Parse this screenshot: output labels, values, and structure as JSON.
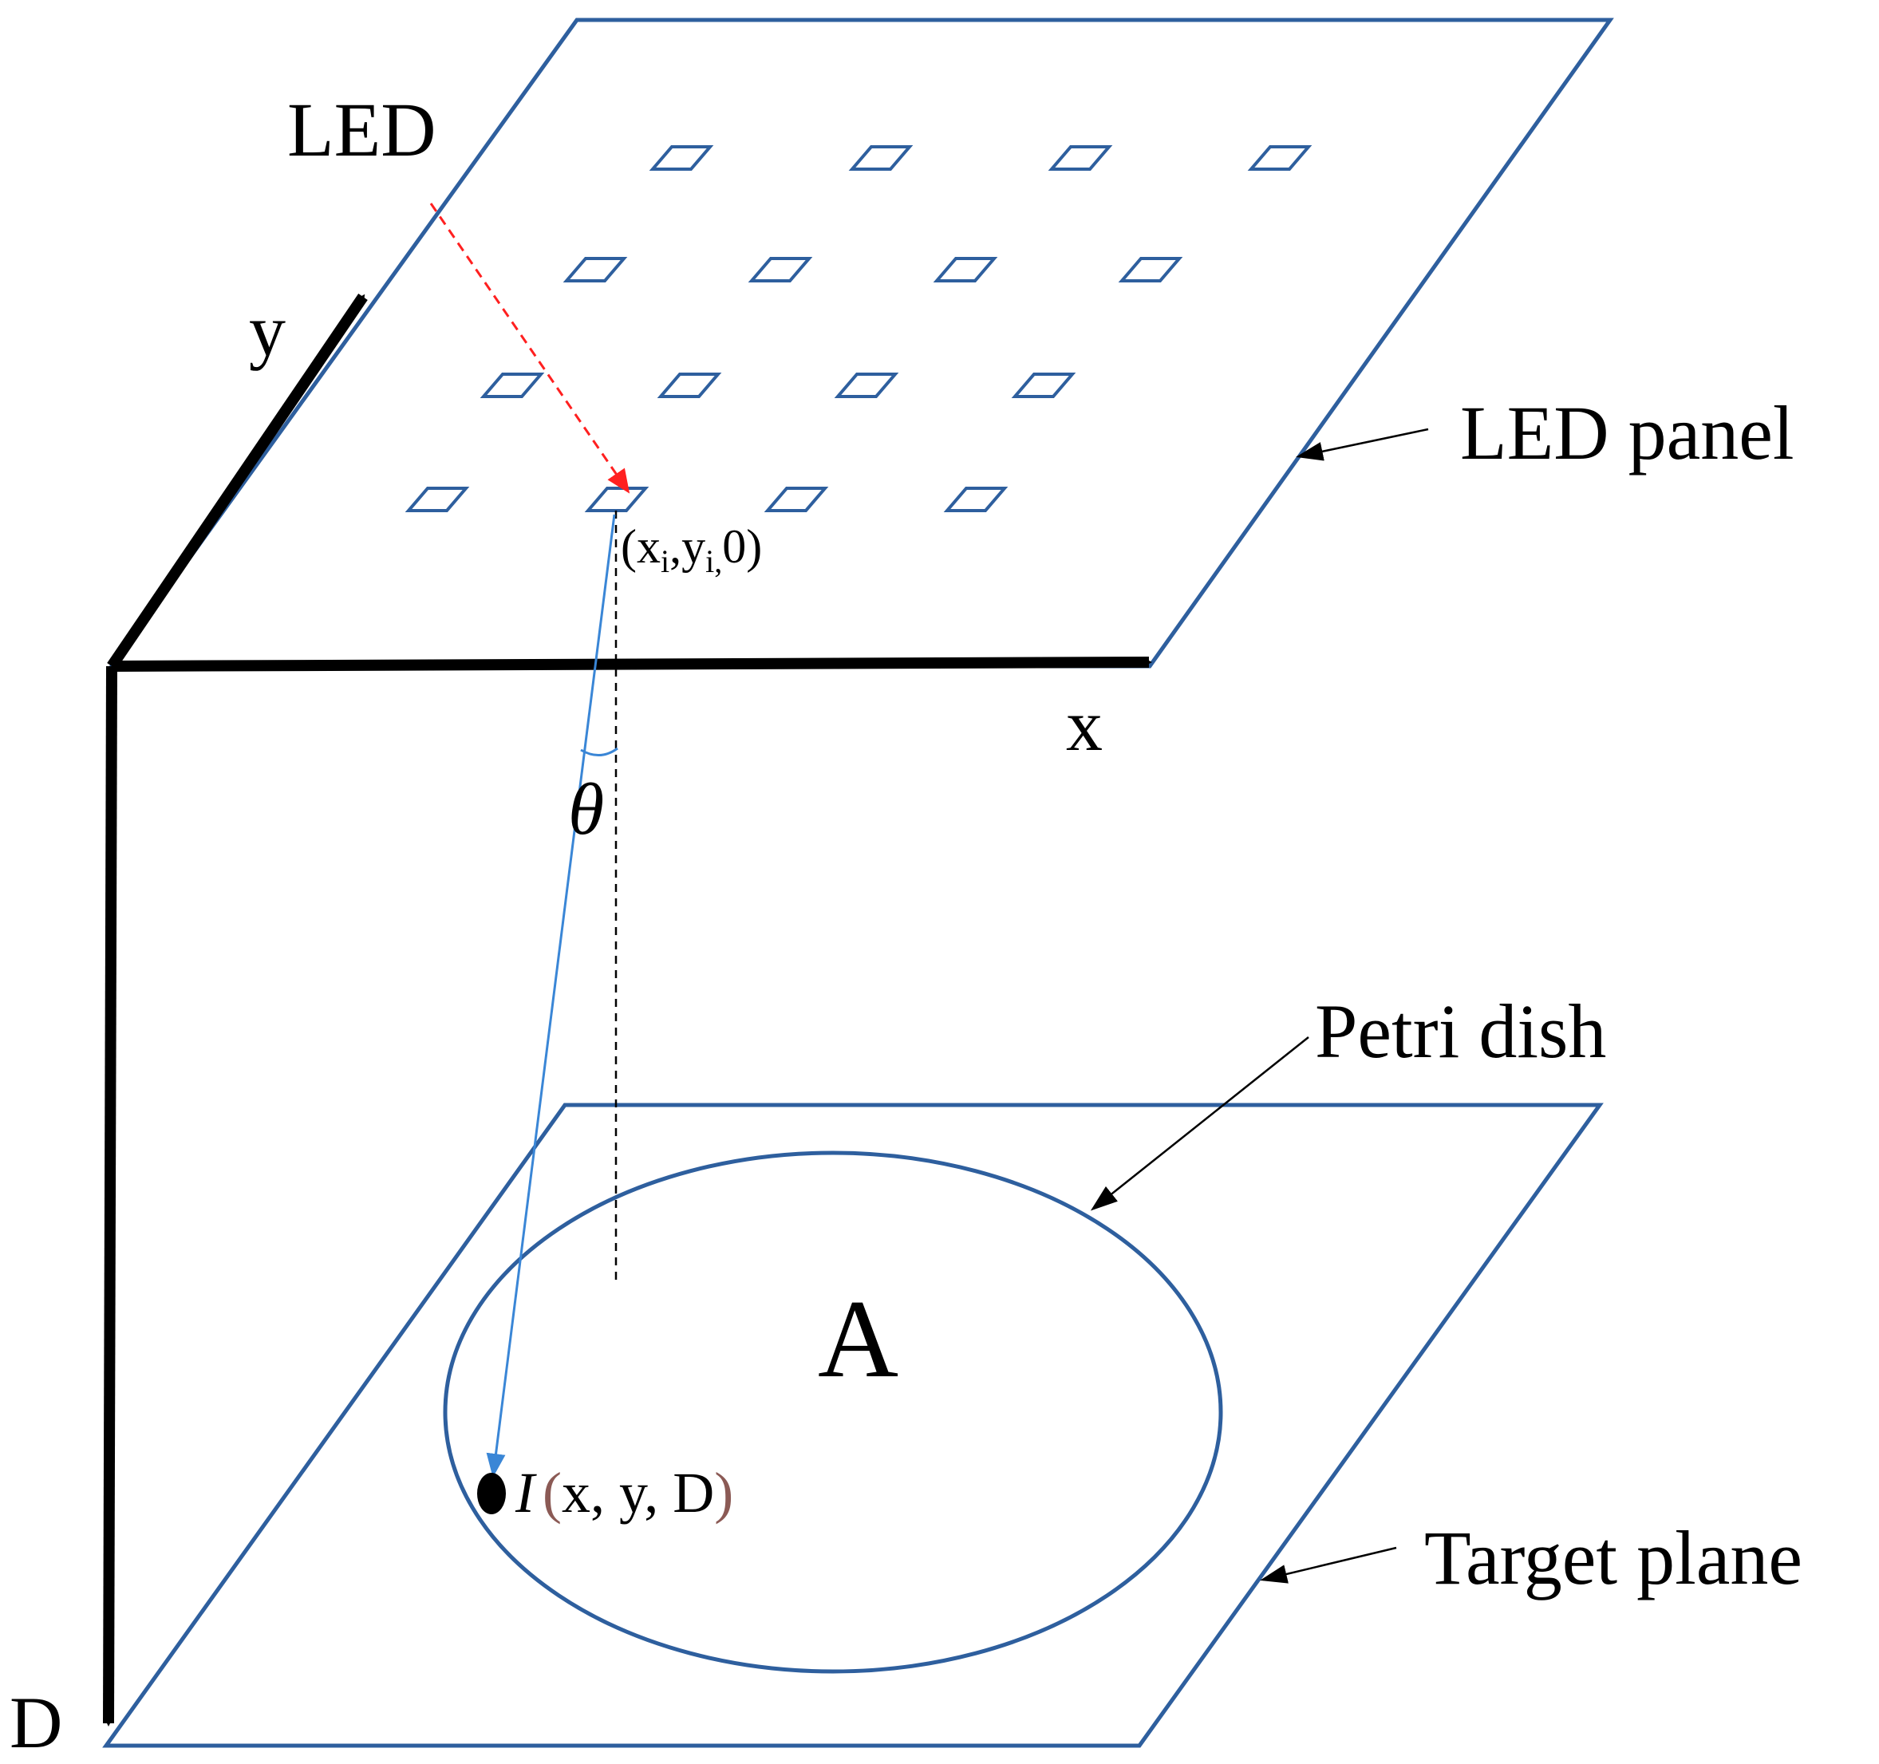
{
  "labels": {
    "led": "LED",
    "led_panel": "LED panel",
    "petri_dish": "Petri dish",
    "target_plane": "Target plane",
    "axis_x": "x",
    "axis_y": "y",
    "axis_d": "D",
    "theta": "θ",
    "area": "A"
  },
  "led_coord": {
    "open": "(",
    "x": "x",
    "x_sub": "i",
    "comma1": ",",
    "y": "y",
    "y_sub": "i,",
    "rest": "0)"
  },
  "intensity": {
    "symbol": "I",
    "open": "(",
    "coords": "x, y, D",
    "close": ")"
  },
  "colors": {
    "outline": "#2e5f9e",
    "light_ray": "#3a86d6",
    "incident_ray": "#ff2020",
    "axes": "#000000",
    "paren": "#8b5a55"
  },
  "led_grid": {
    "rows": 4,
    "columns": 4
  }
}
